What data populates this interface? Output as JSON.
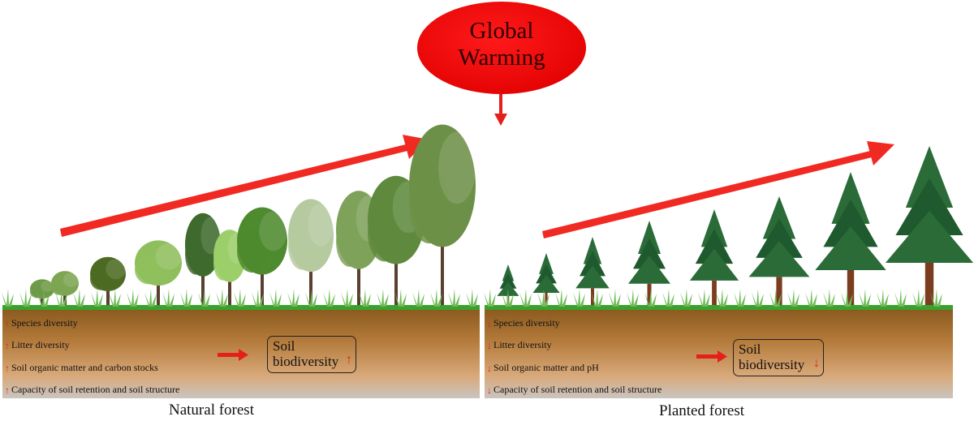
{
  "global_warming": {
    "line1": "Global",
    "line2": "Warming",
    "color": "#e8000a"
  },
  "natural": {
    "caption": "Natural forest",
    "factors": [
      {
        "text": "Species diversity",
        "direction": "up"
      },
      {
        "text": "Litter diversity",
        "direction": "up"
      },
      {
        "text": "Soil organic matter and carbon stocks",
        "direction": "up"
      },
      {
        "text": "Capacity of  soil retention and soil structure",
        "direction": "up"
      }
    ],
    "soil_line1": "Soil",
    "soil_line2": "biodiversity",
    "soil_direction": "up"
  },
  "planted": {
    "caption": "Planted forest",
    "factors": [
      {
        "text": "Species diversity",
        "direction": "down"
      },
      {
        "text": "Litter diversity",
        "direction": "down"
      },
      {
        "text": "Soil organic matter and pH",
        "direction": "down"
      },
      {
        "text": "Capacity of  soil retention and soil structure",
        "direction": "down"
      }
    ],
    "soil_line1": "Soil",
    "soil_line2": "biodiversity",
    "soil_direction": "down"
  },
  "colors": {
    "arrow": "#e32119",
    "grass": "#3aa12e",
    "soil_top": "#8a5a1e",
    "soil_bottom": "#c9b7a5"
  }
}
